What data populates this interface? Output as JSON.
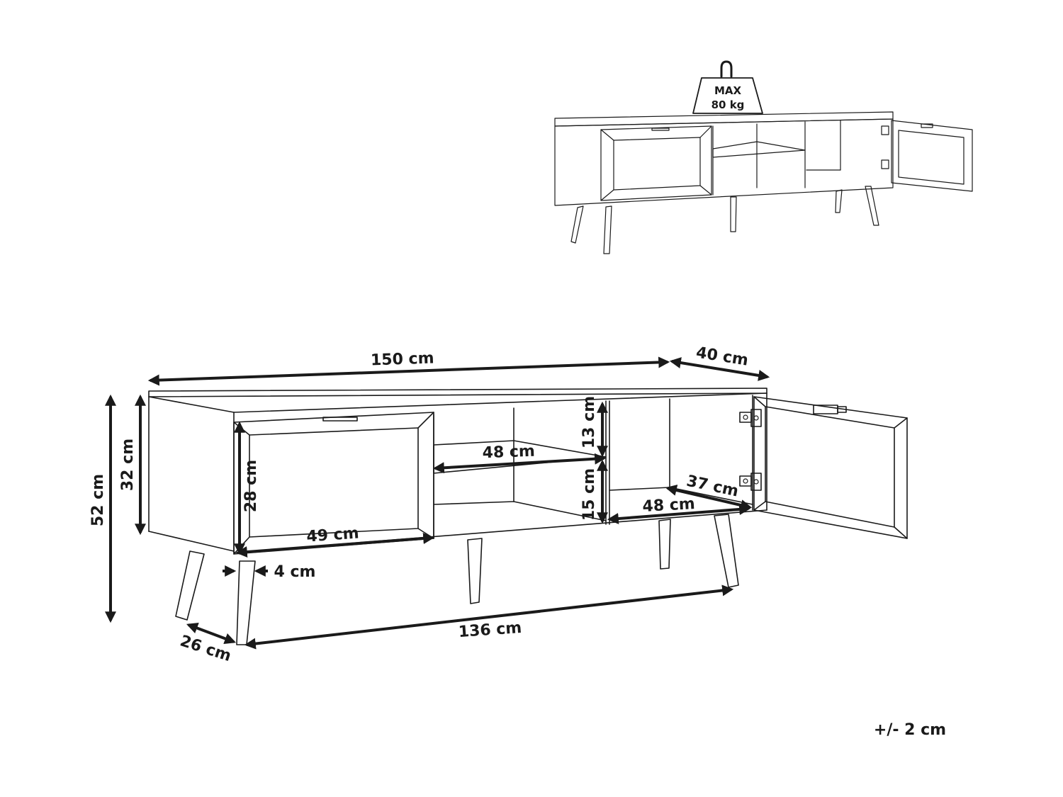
{
  "weight_badge": {
    "line1": "MAX",
    "line2": "80 kg"
  },
  "dimensions": {
    "total_width": "150 cm",
    "depth": "40 cm",
    "total_height": "52 cm",
    "body_height": "32 cm",
    "door_height": "28 cm",
    "door_width": "49 cm",
    "shelf_width": "48 cm",
    "upper_compartment_height": "13 cm",
    "lower_compartment_height": "15 cm",
    "inner_depth": "37 cm",
    "compartment_width": "48 cm",
    "leg_inset": "4 cm",
    "leg_span": "136 cm",
    "leg_depth": "26 cm"
  },
  "tolerance": "+/- 2 cm",
  "icons": [
    "weight-icon",
    "dimension-arrow"
  ]
}
